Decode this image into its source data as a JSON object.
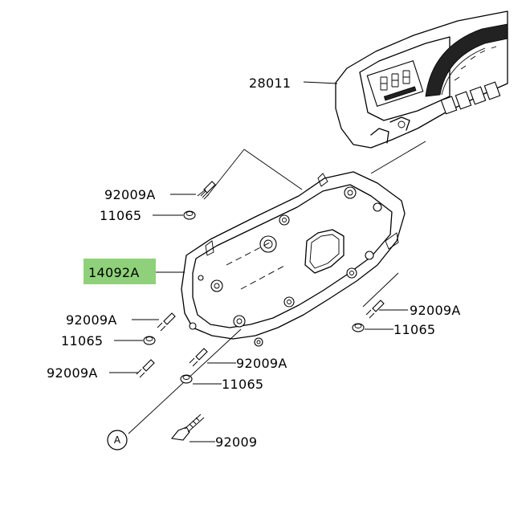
{
  "parts": {
    "meter_assembly": "28011",
    "meter_case_lower": "14092A",
    "bolt_upper_left": "92009A",
    "grommet_upper_left": "11065",
    "bolt_mid_left": "92009A",
    "grommet_mid_left": "11065",
    "bolt_lower_left": "92009A",
    "bolt_center": "92009A",
    "grommet_center": "11065",
    "bolt_bottom": "92009",
    "bolt_right": "92009A",
    "grommet_right": "11065"
  },
  "reference_marker": "A",
  "colors": {
    "highlight": "#8fd17a",
    "line": "#000000",
    "background": "#ffffff"
  }
}
